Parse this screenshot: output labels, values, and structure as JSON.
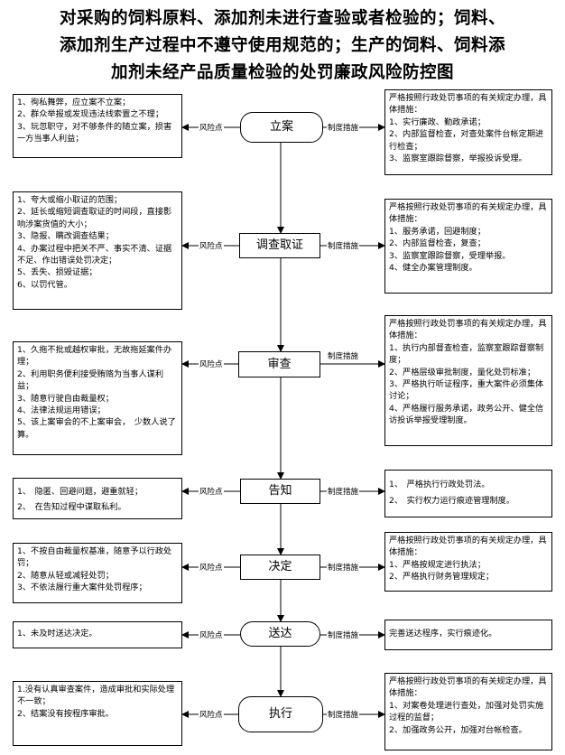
{
  "title": {
    "line1": "对采购的饲料原料、添加剂未进行查验或者检验的；饲料、",
    "line2": "添加剂生产过程中不遵守使用规范的；生产的饲料、饲料添",
    "line3": "加剂未经产品质量检验的处罚廉政风险防控图"
  },
  "connector_labels": {
    "risk": "风险点",
    "measure": "制度措施"
  },
  "steps": [
    {
      "node": "立案",
      "risks": "1、徇私舞弊，应立案不立案；\n2、群众举报或发现违法线索置之不理；\n3、玩忽职守，对不够条件的随立案，损害一方当事人利益；",
      "measures": "严格按照行政处罚事项的有关规定办理，具体措施：\n1、实行廉政、勤政承诺；\n2、内部监督检查，对查处案件台帐定期进行检查；\n3、监察室跟踪督察，举报投诉受理。"
    },
    {
      "node": "调查取证",
      "risks": "1、夸大或缩小取证的范围；\n2、延长或缩短调查取证的时间段，直接影响涉案货值的大小；\n3、隐报、瞒改调查结果；\n4、办案过程中把关不严、事实不清、证据不足、作出错误处罚决定；\n5、丢失、损毁证据；\n6、以罚代管。",
      "measures": "严格按照行政处罚事项的有关规定办理，具体措施：\n1、服务承诺，回避制度；\n2、内部监督检查，复查；\n3、监察室跟踪督察，受理举报。\n4、健全办案管理制度。"
    },
    {
      "node": "审查",
      "risks": "1、久拖不批或越权审批，无故拖延案件办理；\n2、利用职务便利接受贿赂为当事人谋利益；\n3、随意行驶自由裁量权；\n4、法律法规运用错误；\n5、该上案审会的不上案审会，　少数人说了算。",
      "measures": "严格按照行政处罚事项的有关规定办理，具体措施：\n1、执行内部督查检查，监察室跟踪督察制度；\n2、严格层级审批制度，量化处罚标准；\n3、严格执行听证程序，重大案件必须集体讨论；\n4、严格履行服务承诺，政务公开、健全信访投诉举报受理制度。"
    },
    {
      "node": "告知",
      "risks": "1、　隐匿、回避问题，避重就轻；\n2、　在告知过程中谋取私利。",
      "measures": "1、　严格执行行政处罚法。\n2、　实行权力运行痕迹管理制度。"
    },
    {
      "node": "决定",
      "risks": "1、不按自由裁量权基准，随意予以行政处罚；\n2、随意从轻或减轻处罚；\n3、不依法履行重大案件处罚程序；",
      "measures": "严格按照行政处罚事项的有关规定办理，具体措施：\n1、严格按规定进行执法；\n2、严格执行财务管理规定；"
    },
    {
      "node": "送达",
      "risks": "1、未及时送达决定。",
      "measures": "完善送达程序，实行痕迹化。"
    },
    {
      "node": "执行",
      "risks": "1.没有认真审查案件，造成审批和实际处理不一致；\n2、结案没有按程序审批。",
      "measures": "严格按照行政处罚事项的有关规定办理，具体措施：\n1、对案卷处理进行查处，加强对处罚实施过程的监督；\n2、加强政务公开，加强对台帐检查。"
    }
  ]
}
